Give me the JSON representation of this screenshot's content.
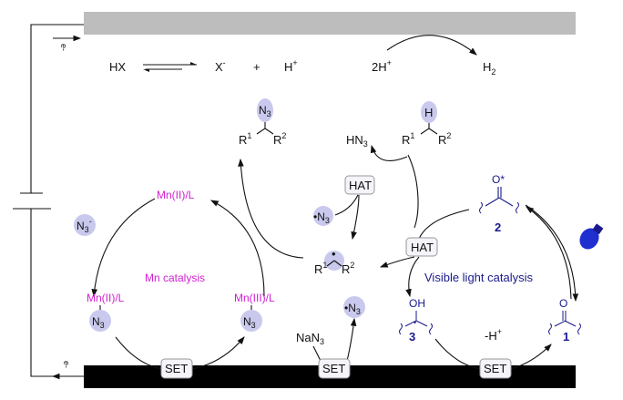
{
  "electrodes": {
    "electron_top": "e-",
    "electron_bottom": "e-"
  },
  "equation": {
    "hx": "HX",
    "x_minus": "X",
    "x_sup": "-",
    "plus": "+",
    "h_plus": "H",
    "h_sup": "+",
    "two_h": "2H",
    "two_h_sup": "+",
    "h2": "H",
    "h2_sub": "2"
  },
  "species": {
    "n3": "N",
    "n3_sub": "3",
    "r1": "R",
    "r1_sup": "1",
    "r2": "R",
    "r2_sup": "2",
    "h": "H",
    "hn3": "HN",
    "hn3_sub": "3",
    "nan3": "NaN",
    "nan3_sub": "3",
    "n3_minus_sup": "-",
    "oh": "OH",
    "o_star": "O*",
    "o": "O",
    "dot": "•"
  },
  "labels": {
    "hat": "HAT",
    "set": "SET",
    "mn2": "Mn(II)/L",
    "mn3": "Mn(III)/L",
    "mn_catalysis": "Mn catalysis",
    "visible_light": "Visible light catalysis",
    "minus_h": "-H",
    "minus_h_sup": "+",
    "cmpd1": "1",
    "cmpd2": "2",
    "cmpd3": "3"
  },
  "colors": {
    "mn": "#d21fd2",
    "photo": "#1a1a8c",
    "bubble": "#c9c9ee",
    "anode": "#bdbdbd",
    "cathode": "#000000"
  }
}
